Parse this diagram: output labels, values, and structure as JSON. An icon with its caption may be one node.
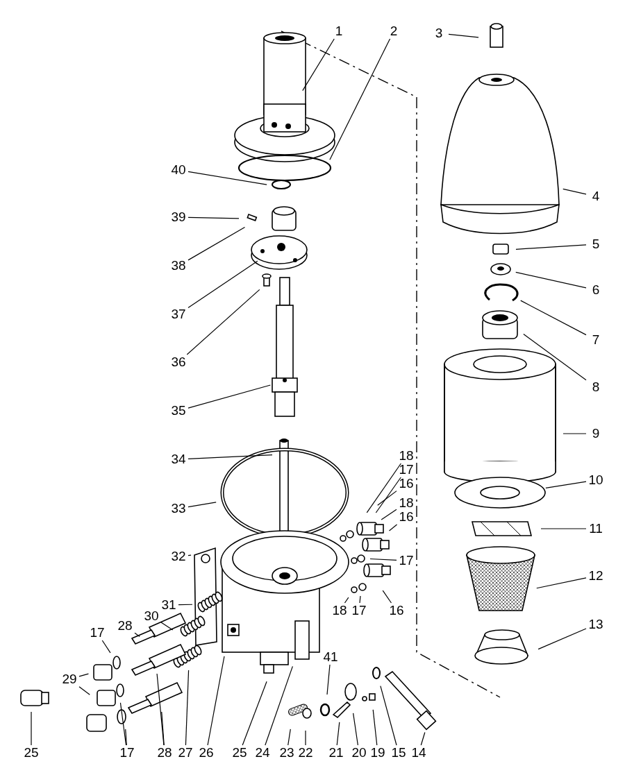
{
  "diagram": {
    "nodes": [
      {
        "text": [
          "1"
        ]
      },
      {
        "text": [
          "2"
        ]
      },
      {
        "text": [
          "3"
        ]
      },
      {
        "text": [
          "40"
        ]
      },
      {
        "text": [
          "4"
        ]
      },
      {
        "text": [
          "39"
        ]
      },
      {
        "text": [
          "5"
        ]
      },
      {
        "text": [
          "38"
        ]
      },
      {
        "text": [
          "6"
        ]
      },
      {
        "text": [
          "37"
        ]
      },
      {
        "text": [
          "7"
        ]
      },
      {
        "text": [
          "36"
        ]
      },
      {
        "text": [
          "8"
        ]
      },
      {
        "text": [
          "35"
        ]
      },
      {
        "text": [
          "9"
        ]
      },
      {
        "text": [
          "34"
        ]
      },
      {
        "text": [
          "18"
        ]
      },
      {
        "text": [
          "17"
        ]
      },
      {
        "text": [
          "16"
        ]
      },
      {
        "text": [
          "10"
        ]
      },
      {
        "text": [
          "18"
        ]
      },
      {
        "text": [
          "16"
        ]
      },
      {
        "text": [
          "33"
        ]
      },
      {
        "text": [
          "11"
        ]
      },
      {
        "text": [
          "17"
        ]
      },
      {
        "text": [
          "32"
        ]
      },
      {
        "text": [
          "12"
        ]
      },
      {
        "text": [
          "31"
        ]
      },
      {
        "text": [
          "30"
        ]
      },
      {
        "text": [
          "28"
        ]
      },
      {
        "text": [
          "17"
        ]
      },
      {
        "text": [
          "13"
        ]
      },
      {
        "text": [
          "18"
        ]
      },
      {
        "text": [
          "17"
        ]
      },
      {
        "text": [
          "16"
        ]
      },
      {
        "text": [
          "41"
        ]
      },
      {
        "text": [
          "29"
        ]
      },
      {
        "text": [
          "25"
        ]
      },
      {
        "text": [
          "17"
        ]
      },
      {
        "text": [
          "28"
        ]
      },
      {
        "text": [
          "27"
        ]
      },
      {
        "text": [
          "26"
        ]
      },
      {
        "text": [
          "25"
        ]
      },
      {
        "text": [
          "24"
        ]
      },
      {
        "text": [
          "23"
        ]
      },
      {
        "text": [
          "22"
        ]
      },
      {
        "text": [
          "21"
        ]
      },
      {
        "text": [
          "20"
        ]
      },
      {
        "text": [
          "19"
        ]
      },
      {
        "text": [
          "15"
        ]
      },
      {
        "text": [
          "14"
        ]
      }
    ],
    "edges": [
      {
        "from": 0,
        "to": null,
        "arrow": "none"
      },
      {
        "from": 1,
        "to": null,
        "arrow": "none"
      },
      {
        "from": 2,
        "to": null,
        "arrow": "none"
      },
      {
        "from": 3,
        "to": null,
        "arrow": "none"
      },
      {
        "from": 4,
        "to": null,
        "arrow": "none"
      },
      {
        "from": 5,
        "to": null,
        "arrow": "none"
      },
      {
        "from": 6,
        "to": null,
        "arrow": "none"
      },
      {
        "from": 7,
        "to": null,
        "arrow": "none"
      },
      {
        "from": 8,
        "to": null,
        "arrow": "none"
      },
      {
        "from": 9,
        "to": null,
        "arrow": "none"
      },
      {
        "from": 10,
        "to": null,
        "arrow": "none"
      },
      {
        "from": 11,
        "to": null,
        "arrow": "none"
      },
      {
        "from": 12,
        "to": null,
        "arrow": "none"
      },
      {
        "from": 13,
        "to": null,
        "arrow": "none"
      },
      {
        "from": 14,
        "to": null,
        "arrow": "none"
      },
      {
        "from": 15,
        "to": null,
        "arrow": "none"
      },
      {
        "from": 16,
        "to": null,
        "arrow": "none"
      },
      {
        "from": 17,
        "to": null,
        "arrow": "none"
      },
      {
        "from": 18,
        "to": null,
        "arrow": "none"
      },
      {
        "from": 19,
        "to": null,
        "arrow": "none"
      },
      {
        "from": 20,
        "to": null,
        "arrow": "none"
      },
      {
        "from": 21,
        "to": null,
        "arrow": "none"
      },
      {
        "from": 22,
        "to": null,
        "arrow": "none"
      },
      {
        "from": 23,
        "to": null,
        "arrow": "none"
      },
      {
        "from": 24,
        "to": null,
        "arrow": "none"
      },
      {
        "from": 25,
        "to": null,
        "arrow": "none"
      },
      {
        "from": 26,
        "to": null,
        "arrow": "none"
      },
      {
        "from": 27,
        "to": null,
        "arrow": "none"
      },
      {
        "from": 28,
        "to": null,
        "arrow": "none"
      },
      {
        "from": 29,
        "to": null,
        "arrow": "none"
      },
      {
        "from": 30,
        "to": null,
        "arrow": "none"
      },
      {
        "from": 31,
        "to": null,
        "arrow": "none"
      },
      {
        "from": 32,
        "to": null,
        "arrow": "none"
      },
      {
        "from": 33,
        "to": null,
        "arrow": "none"
      },
      {
        "from": 34,
        "to": null,
        "arrow": "none"
      },
      {
        "from": 35,
        "to": null,
        "arrow": "none"
      },
      {
        "from": 36,
        "to": null,
        "arrow": "none"
      },
      {
        "from": 36,
        "to": null,
        "arrow": "none"
      },
      {
        "from": 37,
        "to": null,
        "arrow": "none"
      },
      {
        "from": 38,
        "to": null,
        "arrow": "none"
      },
      {
        "from": 38,
        "to": null,
        "arrow": "none"
      },
      {
        "from": 39,
        "to": null,
        "arrow": "none"
      },
      {
        "from": 39,
        "to": null,
        "arrow": "none"
      },
      {
        "from": 40,
        "to": null,
        "arrow": "none"
      },
      {
        "from": 41,
        "to": null,
        "arrow": "none"
      },
      {
        "from": 42,
        "to": null,
        "arrow": "none"
      },
      {
        "from": 43,
        "to": null,
        "arrow": "none"
      },
      {
        "from": 44,
        "to": null,
        "arrow": "none"
      },
      {
        "from": 45,
        "to": null,
        "arrow": "none"
      },
      {
        "from": 46,
        "to": null,
        "arrow": "none"
      },
      {
        "from": 47,
        "to": null,
        "arrow": "none"
      },
      {
        "from": 48,
        "to": null,
        "arrow": "none"
      },
      {
        "from": 49,
        "to": null,
        "arrow": "none"
      },
      {
        "from": 50,
        "to": null,
        "arrow": "none"
      }
    ]
  }
}
